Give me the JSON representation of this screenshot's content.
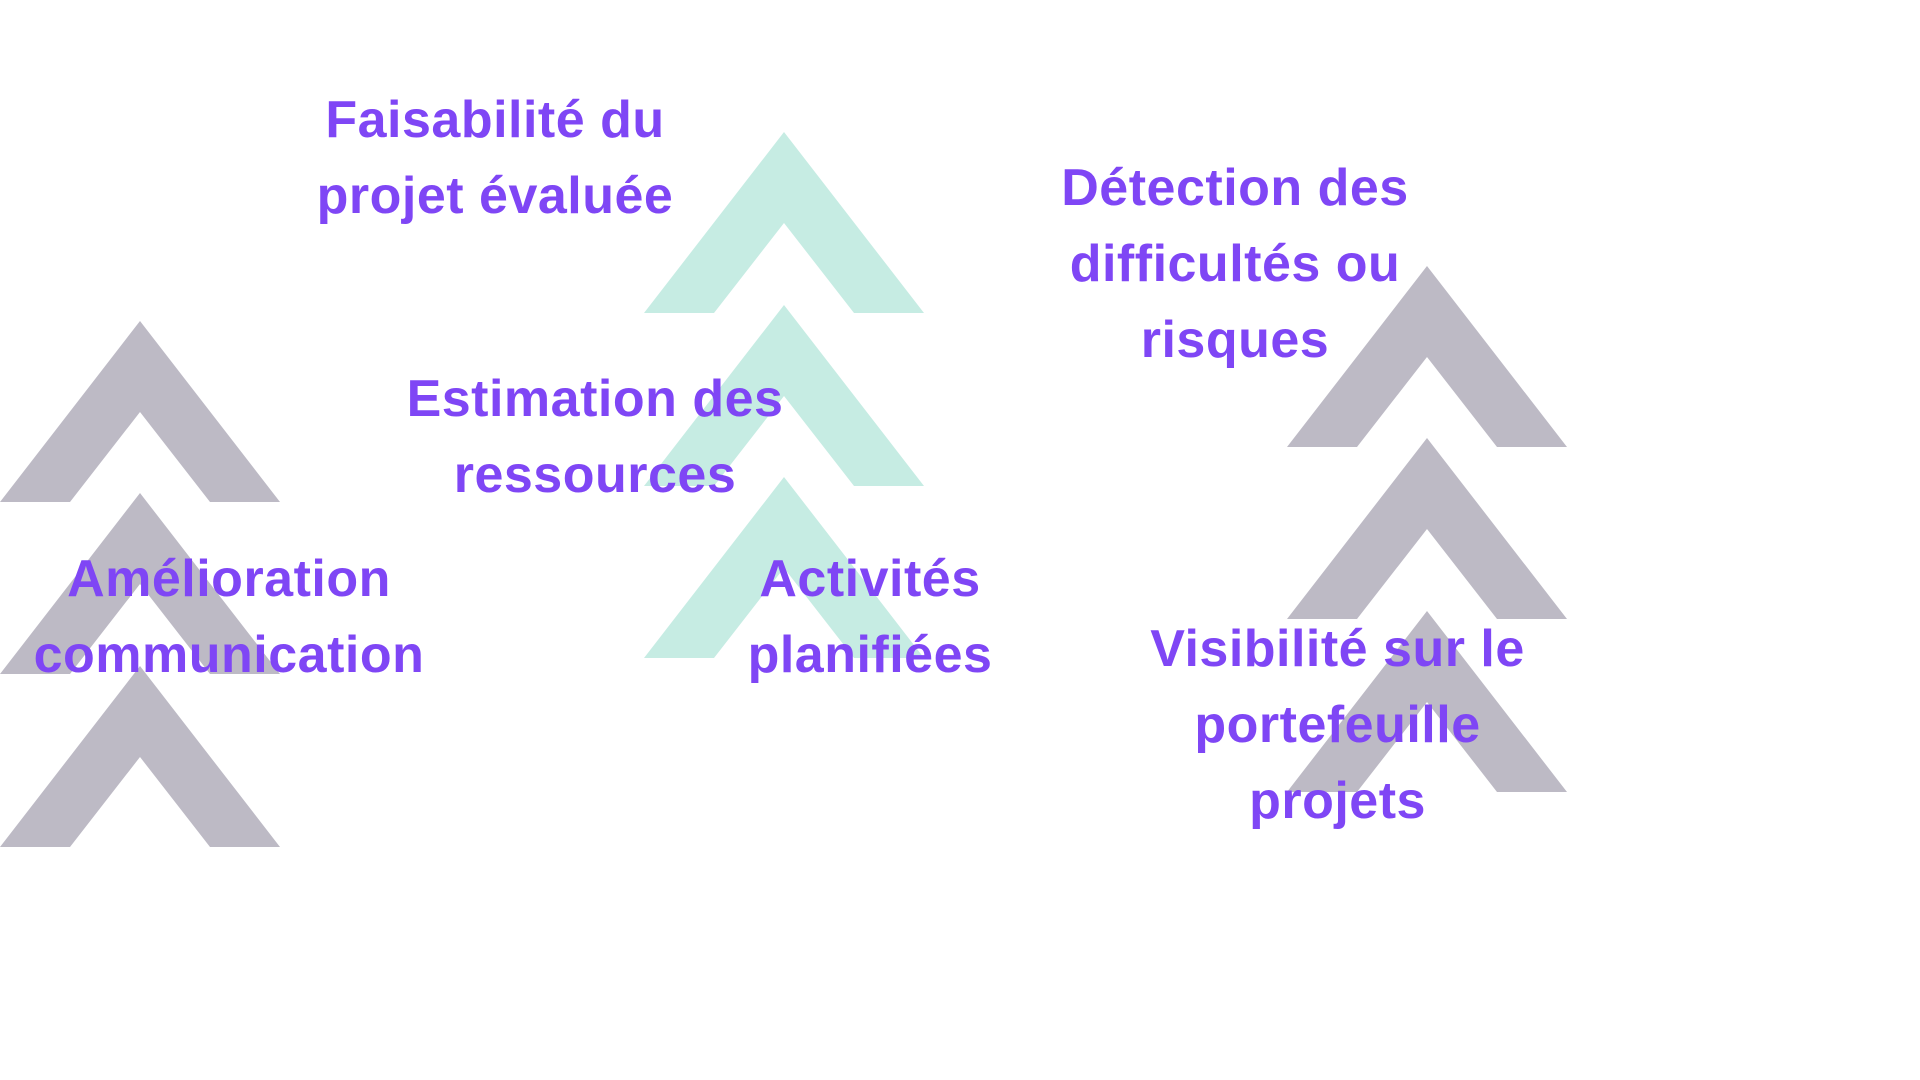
{
  "colors": {
    "text": "#7f46f5",
    "chevron_gray": "#bdbac5",
    "chevron_mint": "#c6ece3",
    "background": "#ffffff"
  },
  "chevrons": {
    "left_column": {
      "color": "gray",
      "count": 3
    },
    "center_column": {
      "color": "mint",
      "count": 3
    },
    "right_column": {
      "color": "gray",
      "count": 3
    }
  },
  "labels": {
    "faisabilite": {
      "line1": "Faisabilité du",
      "line2": "projet évaluée"
    },
    "estimation": {
      "line1": "Estimation des",
      "line2": "ressources"
    },
    "amelioration": {
      "line1": "Amélioration",
      "line2": "communication"
    },
    "activites": {
      "line1": "Activités",
      "line2": "planifiées"
    },
    "detection": {
      "line1": "Détection des",
      "line2": "difficultés ou",
      "line3": "risques"
    },
    "visibilite": {
      "line1": "Visibilité sur le",
      "line2": "portefeuille",
      "line3": "projets"
    }
  }
}
